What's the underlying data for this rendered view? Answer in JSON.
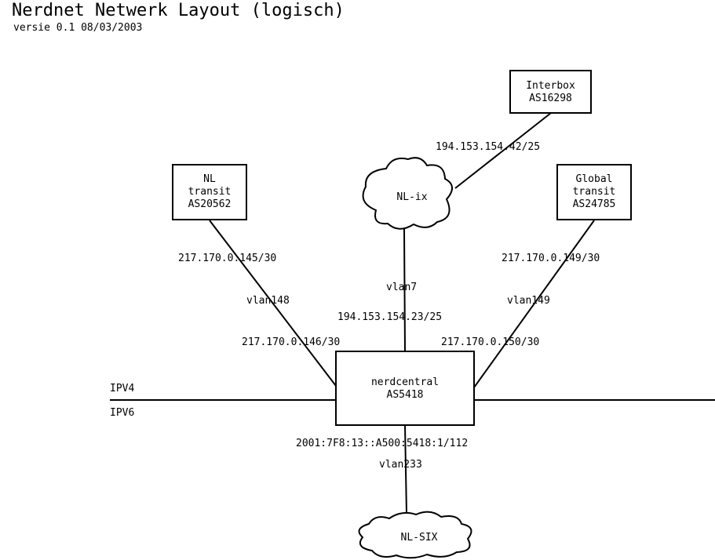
{
  "title": "Nerdnet Netwerk Layout (logisch)",
  "subtitle": "versie 0.1 08/03/2003",
  "colors": {
    "line": "#000000",
    "background": "#ffffff"
  },
  "nodes": {
    "interbox": {
      "line1": "Interbox",
      "line2": "AS16298"
    },
    "nl_transit": {
      "line1": "NL",
      "line2": "transit",
      "line3": "AS20562"
    },
    "global_transit": {
      "line1": "Global",
      "line2": "transit",
      "line3": "AS24785"
    },
    "nerdcentral": {
      "line1": "nerdcentral",
      "line2": "AS5418"
    },
    "nl_ix": {
      "label": "NL-ix"
    },
    "nl_six": {
      "label": "NL-SIX"
    }
  },
  "links": {
    "interbox_nlix": {
      "ip": "194.153.154.42/25"
    },
    "nltransit": {
      "ip_remote": "217.170.0.145/30",
      "vlan": "vlan148",
      "ip_local": "217.170.0.146/30"
    },
    "nlix": {
      "vlan": "vlan7",
      "ip_local": "194.153.154.23/25"
    },
    "globaltransit": {
      "ip_remote": "217.170.0.149/30",
      "vlan": "vlan149",
      "ip_local": "217.170.0.150/30"
    },
    "nlsix": {
      "ip_local": "2001:7F8:13::A500:5418:1/112",
      "vlan": "vlan233"
    }
  },
  "backbone": {
    "ipv4_label": "IPV4",
    "ipv6_label": "IPV6"
  }
}
